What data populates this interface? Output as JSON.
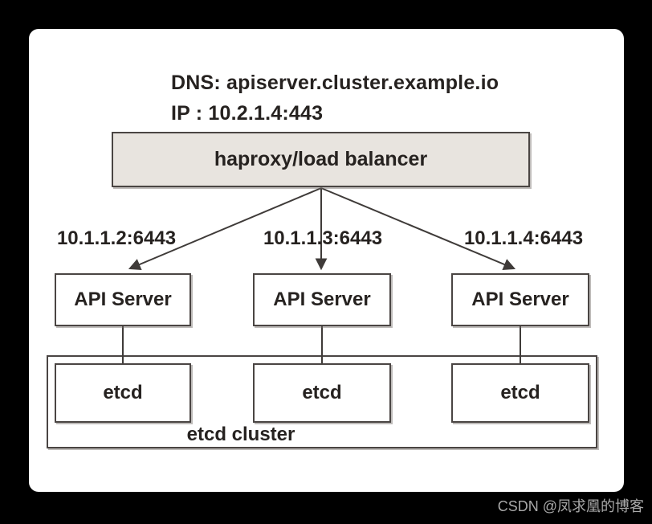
{
  "page": {
    "background_color": "#000000",
    "watermark": "CSDN @凤求凰的博客"
  },
  "diagram": {
    "title": {
      "dns_line": "DNS: apiserver.cluster.example.io",
      "ip_line": "IP : 10.2.1.4:443"
    },
    "load_balancer": {
      "label": "haproxy/load balancer",
      "fill_color": "#e8e4df"
    },
    "api_servers": [
      {
        "label": "API Server",
        "endpoint": "10.1.1.2:6443"
      },
      {
        "label": "API Server",
        "endpoint": "10.1.1.3:6443"
      },
      {
        "label": "API Server",
        "endpoint": "10.1.1.4:6443"
      }
    ],
    "etcd_nodes": [
      {
        "label": "etcd"
      },
      {
        "label": "etcd"
      },
      {
        "label": "etcd"
      }
    ],
    "etcd_cluster_label": "etcd cluster",
    "colors": {
      "border": "#4a4543",
      "text": "#262220",
      "line": "#3f3b39"
    }
  }
}
